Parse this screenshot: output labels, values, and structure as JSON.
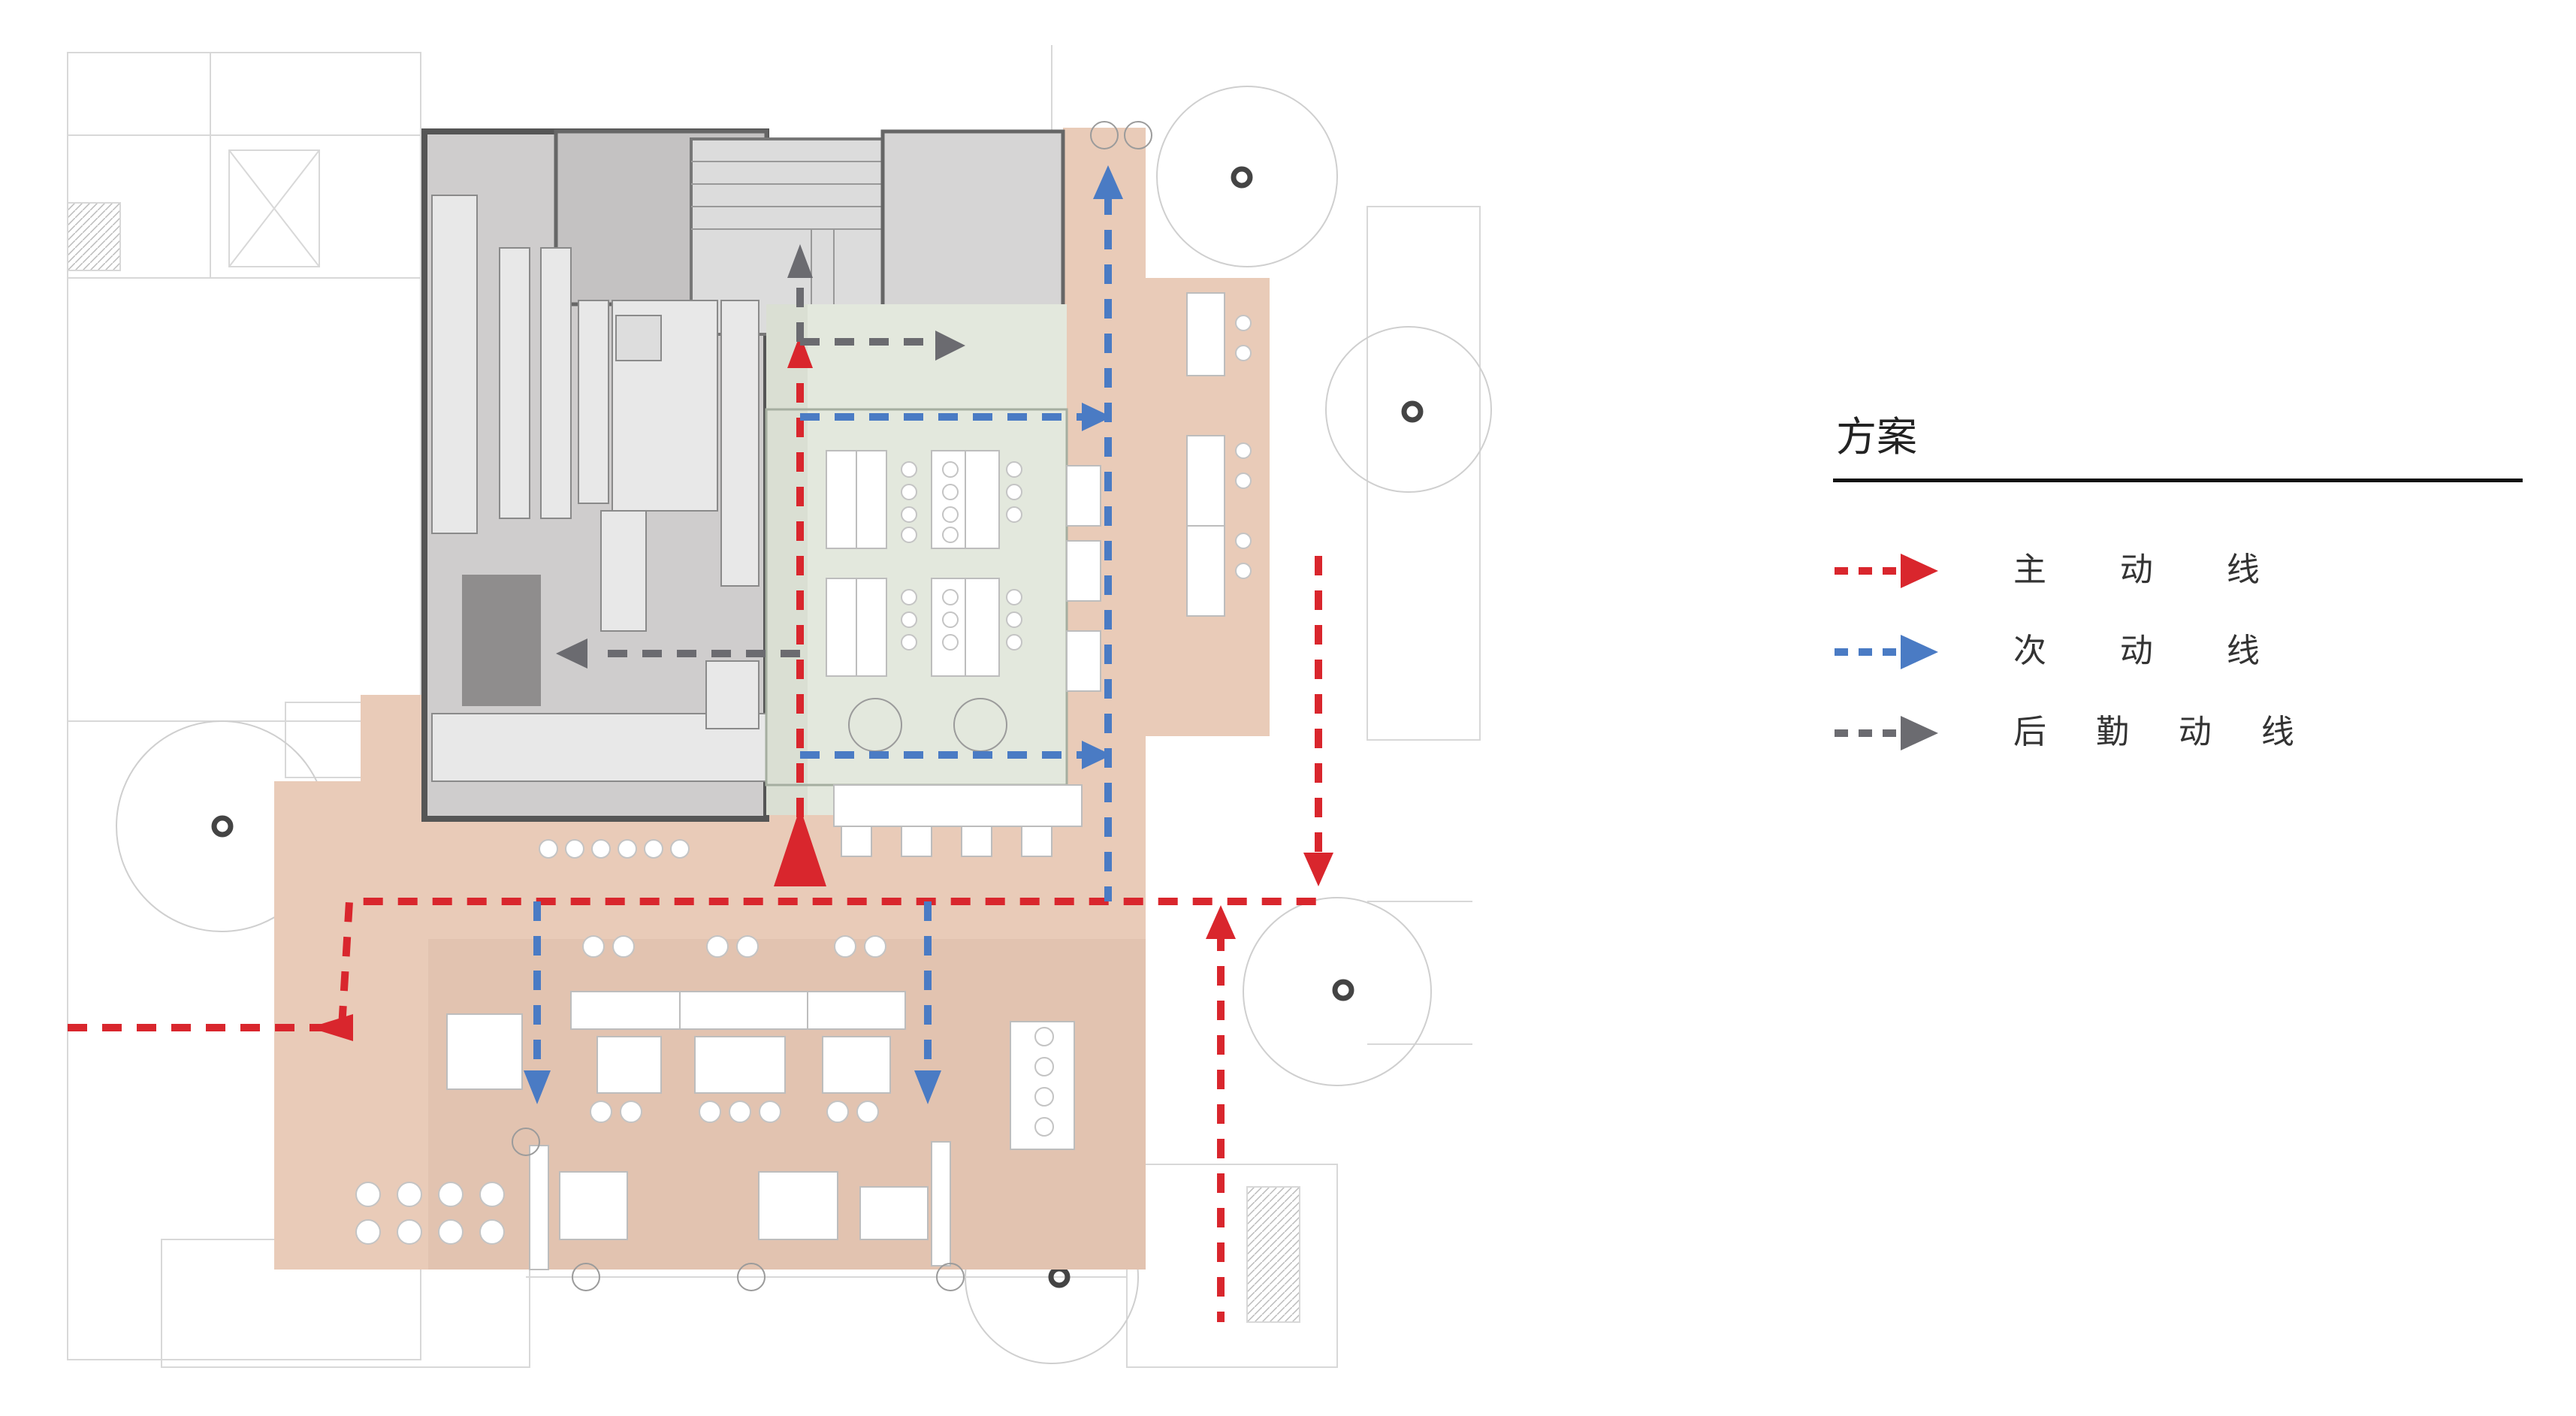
{
  "legend": {
    "title": "方案",
    "items": [
      {
        "label": "主      动      线",
        "color": "#d9262d"
      },
      {
        "label": "次      动      线",
        "color": "#4a7bc4"
      },
      {
        "label": "后    勤    动    线",
        "color": "#6b6b70"
      }
    ]
  },
  "colors": {
    "primary_flow": "#d9262d",
    "secondary_flow": "#4a7bc4",
    "service_flow": "#6b6b70",
    "kitchen": "#c9c7c7",
    "dining_hall": "#e3e8dd",
    "terrace": "#e9cbb8",
    "linework": "#b5b5b5"
  },
  "icons": [
    "tree-icon",
    "column-icon",
    "stair-icon"
  ]
}
